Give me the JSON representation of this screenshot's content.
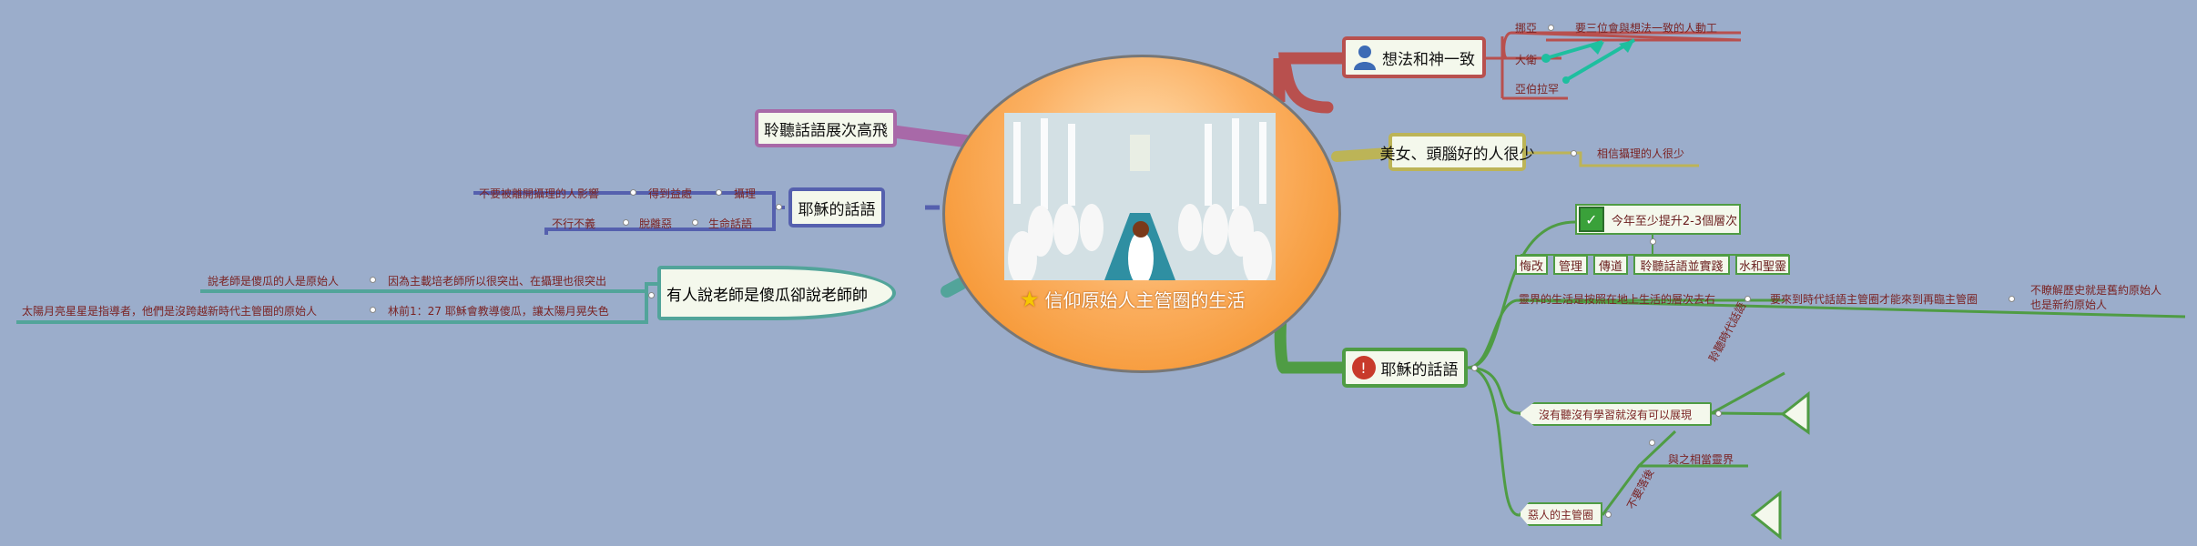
{
  "center": {
    "title": "信仰原始人主管圈的生活",
    "icon": "star-icon"
  },
  "right": {
    "topic1": {
      "label": "想法和神一致",
      "icon": "user-icon",
      "items": [
        {
          "name": "挪亞",
          "note": "要三位會與想法一致的人動工"
        },
        {
          "name": "大衛"
        },
        {
          "name": "亞伯拉罕"
        }
      ]
    },
    "topic2": {
      "label": "美女、頭腦好的人很少",
      "note": "相信攝理的人很少"
    },
    "topic3": {
      "label": "耶穌的話語",
      "icon": "info-icon",
      "goal": "今年至少提升2-3個層次",
      "goal_icon": "checkmark-icon",
      "boxes": [
        "悔改",
        "管理",
        "傳道",
        "聆聽話語並實踐",
        "水和聖靈"
      ],
      "line1": "靈界的生活是按照在地上生活的層次去右",
      "line2": "要來到時代話語主管圈才能來到再臨主管圈",
      "line3a": "不瞭解歷史就是舊約原始人",
      "line3b": "也是新約原始人",
      "tri1_label": "沒有聽沒有學習就沒有可以展現",
      "diag1": "聆聽時代話語",
      "tri2_label": "惡人的主管圈",
      "diag2": "不要落後",
      "side": "與之相當靈界"
    }
  },
  "left": {
    "topic1": {
      "label": "聆聽話語展次高飛"
    },
    "topic2": {
      "label": "耶穌的話語",
      "row1": [
        "攝理",
        "得到益處",
        "不要被離開攝理的人影響"
      ],
      "row2": [
        "生命話語",
        "脫離惡",
        "不行不義"
      ]
    },
    "topic3": {
      "label": "有人說老師是傻瓜卻說老師帥",
      "row1a": "因為主載培老師所以很突出、在攝理也很突出",
      "row1b": "說老師是傻瓜的人是原始人",
      "row2a": "林前1：27 耶穌會教導傻瓜，讓太陽月晃失色",
      "row2b": "太陽月亮星星是指導者，他們是沒跨越新時代主管圈的原始人"
    }
  },
  "colors": {
    "background": "#9badcb",
    "red_branch": "#b8504e",
    "olive_branch": "#bcb457",
    "green_branch": "#4f9c44",
    "purple_branch": "#a869a8",
    "blue_branch": "#5560ae",
    "teal_branch": "#52a49a"
  }
}
